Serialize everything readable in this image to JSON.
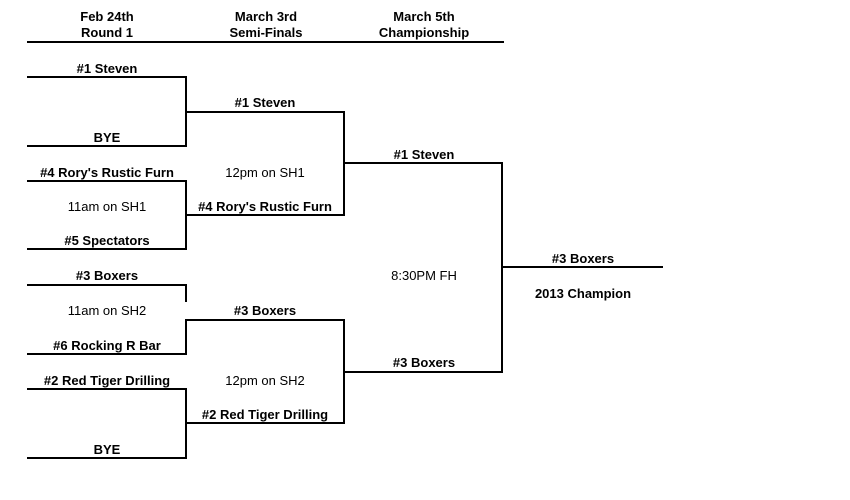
{
  "headers": {
    "round1": {
      "date": "Feb 24th",
      "name": "Round 1"
    },
    "semis": {
      "date": "March 3rd",
      "name": "Semi-Finals"
    },
    "final": {
      "date": "March 5th",
      "name": "Championship"
    }
  },
  "round1": {
    "slot1": "#1 Steven",
    "slot2": "BYE",
    "slot3": "#4 Rory's Rustic Furn",
    "slot4": "#5 Spectators",
    "slot5": "#3 Boxers",
    "slot6": "#6 Rocking R Bar",
    "slot7": "#2 Red Tiger Drilling",
    "slot8": "BYE",
    "game_b": "11am on SH1",
    "game_c": "11am on SH2"
  },
  "semis": {
    "slot1": "#1 Steven",
    "slot2": "#4 Rory's Rustic Furn",
    "slot3": "#3 Boxers",
    "slot4": "#2 Red Tiger Drilling",
    "game_a": "12pm on SH1",
    "game_b": "12pm on SH2"
  },
  "final": {
    "slot1": "#1 Steven",
    "slot2": "#3 Boxers",
    "game": "8:30PM FH"
  },
  "champion": {
    "name": "#3 Boxers",
    "title": "2013 Champion"
  }
}
